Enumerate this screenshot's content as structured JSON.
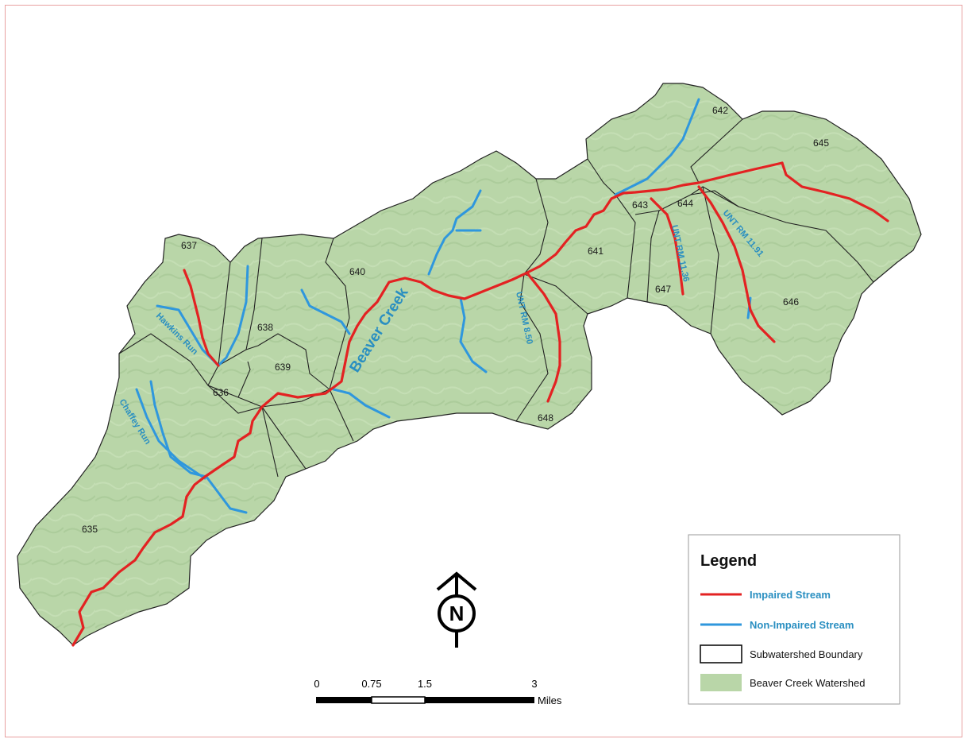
{
  "map": {
    "colors": {
      "watershed_fill": "#b9d6a8",
      "impaired": "#e32222",
      "non_impaired": "#2f97dd",
      "boundary": "#222222",
      "label": "#2a8fc1"
    },
    "subwatersheds": [
      "635",
      "636",
      "637",
      "638",
      "639",
      "640",
      "641",
      "642",
      "643",
      "644",
      "645",
      "646",
      "647",
      "648"
    ],
    "stream_labels": {
      "beaver_creek": "Beaver Creek",
      "hawkins_run": "Hawkins Run",
      "chaffey_run": "Chaffey Run",
      "unt_rm_850": "UNT RM 8.50",
      "unt_rm_1136": "UNT RM 11.36",
      "unt_rm_1191": "UNT RM 11.91"
    },
    "north_arrow": {
      "symbol": "N"
    },
    "scale_bar": {
      "ticks": [
        "0",
        "0.75",
        "1.5",
        "3"
      ],
      "unit": "Miles"
    }
  },
  "legend": {
    "title": "Legend",
    "items": {
      "impaired": "Impaired Stream",
      "non_impaired": "Non-Impaired Stream",
      "subwatershed": "Subwatershed Boundary",
      "watershed": "Beaver Creek Watershed"
    }
  }
}
